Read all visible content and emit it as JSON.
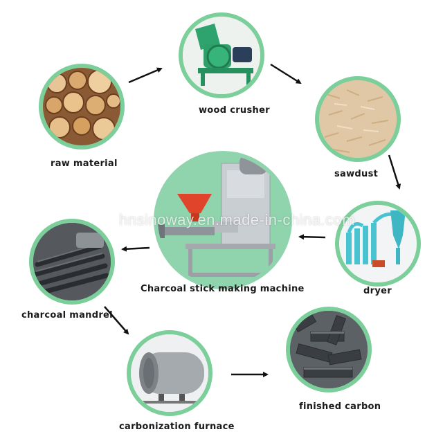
{
  "steps": {
    "raw_material": "raw material",
    "wood_crusher": "wood crusher",
    "sawdust": "sawdust",
    "dryer": "dryer",
    "machine": "Charcoal stick making machine",
    "charcoal_mandrel": "charcoal mandrel",
    "carbonization_furnace": "carbonization furnace",
    "finished_carbon": "finished carbon"
  },
  "watermark": "hnsinoway.en.made-in-china.com",
  "colors": {
    "circle_border": "#7ccf9a",
    "arrow": "#111111",
    "label": "#1a1a1a"
  }
}
